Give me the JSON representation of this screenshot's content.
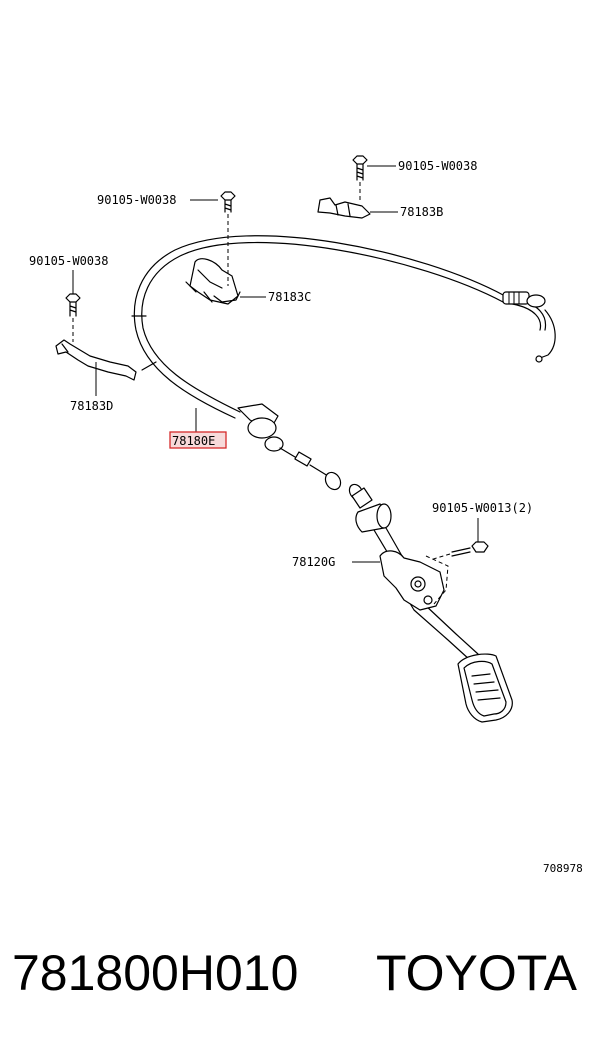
{
  "labels": {
    "bolt_top_right": "90105-W0038",
    "bolt_top_mid": "90105-W0038",
    "bolt_left": "90105-W0038",
    "bracket_b": "78183B",
    "bracket_c": "78183C",
    "bracket_d": "78183D",
    "cable": "78180E",
    "pedal": "78120G",
    "bolt_pedal": "90105-W0013(2)"
  },
  "diagram_number": "708978",
  "footer": {
    "part_number": "781800H010",
    "brand": "TOYOTA"
  }
}
